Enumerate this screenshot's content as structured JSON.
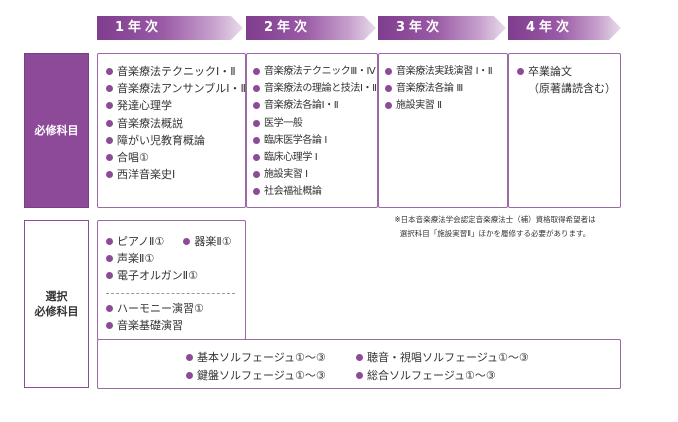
{
  "years": [
    "1年次",
    "2年次",
    "3年次",
    "4年次"
  ],
  "labels": {
    "required": "必修科目",
    "elective_line1": "選択",
    "elective_line2": "必修科目"
  },
  "required": {
    "y1": [
      "音楽療法テクニックⅠ・Ⅱ",
      "音楽療法アンサンブルⅠ・Ⅱ",
      "発達心理学",
      "音楽療法概説",
      "障がい児教育概論",
      "合唱①",
      "西洋音楽史Ⅰ"
    ],
    "y2": [
      "音楽療法テクニックⅢ・Ⅳ",
      "音楽療法の理論と技法Ⅰ・Ⅱ",
      "音楽療法各論Ⅰ・Ⅱ",
      "医学一般",
      "臨床医学各論 Ⅰ",
      "臨床心理学 Ⅰ",
      "施設実習 Ⅰ",
      "社会福祉概論"
    ],
    "y3": [
      "音楽療法実践演習 Ⅰ・Ⅱ",
      "音楽療法各論 Ⅲ",
      "施設実習 Ⅱ"
    ],
    "y4_item": "卒業論文",
    "y4_sub": "（原著講読含む）"
  },
  "note": {
    "line1": "※日本音楽療法学会認定音楽療法士（補）資格取得希望者は",
    "line2": "選択科目「施設実習Ⅱ」ほかを履修する必要があります。"
  },
  "elective": {
    "y1_row1": [
      "ピアノⅡ①",
      "器楽Ⅱ①"
    ],
    "y1_list1": [
      "声楽Ⅱ①",
      "電子オルガンⅡ①"
    ],
    "y1_list2": [
      "ハーモニー演習①",
      "音楽基礎演習"
    ],
    "solfege": [
      "基本ソルフェージュ①～③",
      "聴音・視唱ソルフェージュ①～③",
      "鍵盤ソルフェージュ①～③",
      "総合ソルフェージュ①～③"
    ]
  },
  "colors": {
    "accent": "#8c4a98",
    "border": "#9b6aa5"
  }
}
